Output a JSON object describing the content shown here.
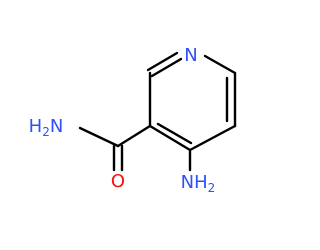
{
  "molecule": {
    "atoms": {
      "ring_n": {
        "element": "N",
        "color": "#3050F8"
      },
      "amide_n": {
        "element": "H",
        "sub": "2",
        "suffix": "N",
        "color": "#3050F8"
      },
      "carbonyl_o": {
        "element": "O",
        "color": "#FF0D0D"
      },
      "amino_n": {
        "element": "NH",
        "sub": "2",
        "color": "#3050F8"
      }
    },
    "bond_color": "#000000"
  }
}
